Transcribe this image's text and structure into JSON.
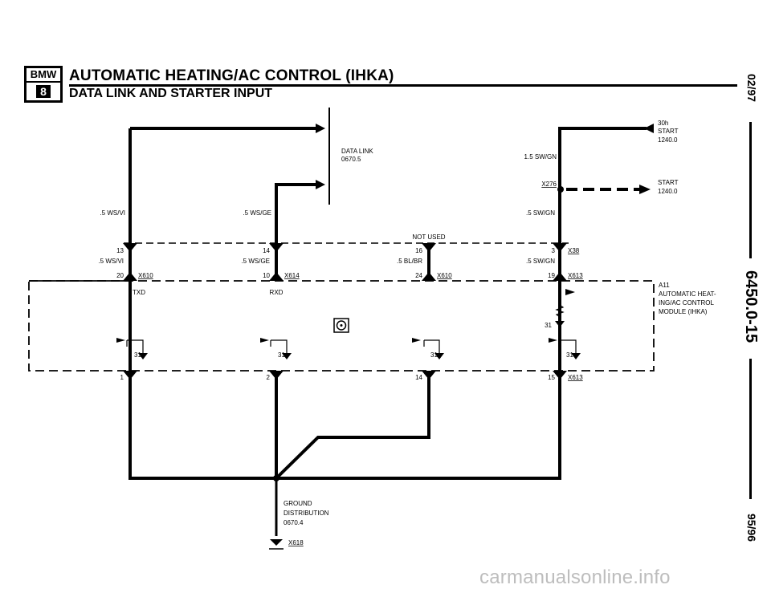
{
  "header": {
    "logo_top": "BMW",
    "logo_bottom": "8",
    "title": "AUTOMATIC HEATING/AC CONTROL (IHKA)",
    "subtitle": "DATA LINK AND STARTER INPUT"
  },
  "sidebar": {
    "date_top": "02/97",
    "doc_number": "6450.0-15",
    "date_bottom": "95/96"
  },
  "diagram": {
    "data_link": {
      "label": "DATA LINK",
      "ref": "0670.5"
    },
    "start_30h": {
      "label1": "30h",
      "label2": "START",
      "ref": "1240.0"
    },
    "start_x276": {
      "label": "START",
      "ref": "1240.0"
    },
    "wires": {
      "w1_top": ".5 WS/VI",
      "w2_top": ".5 WS/GE",
      "w_start": "1.5 SW/GN",
      "w4_top": ".5 SW/GN",
      "w1_mid": ".5 WS/VI",
      "w2_mid": ".5 WS/GE",
      "w3_mid": ".5 BL/BR",
      "w4_mid": ".5 SW/GN"
    },
    "connectors": {
      "x276": "X276",
      "x38": "X38",
      "x610a": "X610",
      "x614": "X614",
      "x610b": "X610",
      "x613a": "X613",
      "x613b": "X613",
      "x618": "X618"
    },
    "pins": {
      "p13": "13",
      "p14": "14",
      "p16": "16",
      "p3": "3",
      "p20": "20",
      "p10": "10",
      "p24": "24",
      "p19": "19",
      "p1": "1",
      "p2": "2",
      "p14b": "14",
      "p15": "15",
      "g31a": "31",
      "g31b": "31",
      "g31c": "31",
      "g31d": "31",
      "g31e": "31"
    },
    "not_used": "NOT USED",
    "txd": "TXD",
    "rxd": "RXD",
    "module": {
      "id": "A11",
      "line1": "AUTOMATIC HEAT-",
      "line2": "ING/AC CONTROL",
      "line3": "MODULE (IHKA)"
    },
    "ground": {
      "line1": "GROUND",
      "line2": "DISTRIBUTION",
      "line3": "0670.4"
    }
  },
  "watermark": "carmanualsonline.info"
}
